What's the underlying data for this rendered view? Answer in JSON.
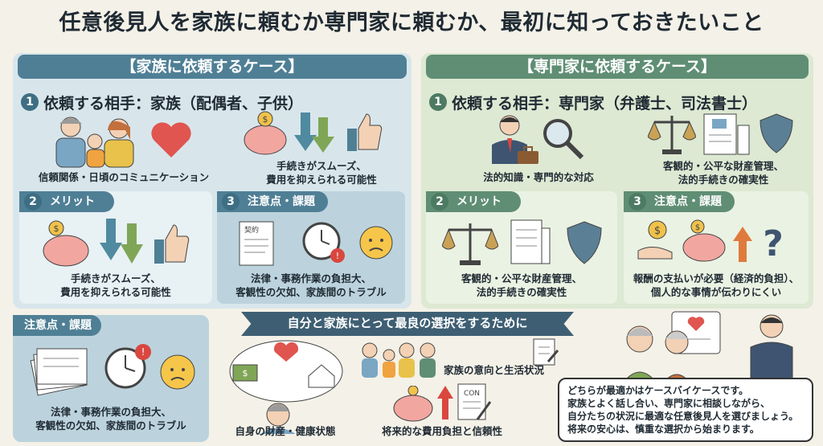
{
  "title": "任意後見人を家族に頼むか専門家に頼むか、最初に知っておきたいこと",
  "family": {
    "banner": "【家族に依頼するケース】",
    "num1": "1",
    "head1": "依頼する相手：家族（配偶者、子供）",
    "cap1": "信頼関係・日頃のコミュニケーション",
    "cap2_l1": "手続きがスムーズ、",
    "cap2_l2": "費用を抑えられる可能性",
    "num2": "2",
    "merit_label": "メリット",
    "merit_l1": "手続きがスムーズ、",
    "merit_l2": "費用を抑えられる可能性",
    "num3": "3",
    "caution_label": "注意点・課題",
    "caution_l1": "法律・事務作業の負担大、",
    "caution_l2": "客観性の欠如、家族間のトラブル"
  },
  "pro": {
    "banner": "【専門家に依頼するケース】",
    "num1": "1",
    "head1": "依頼する相手：専門家（弁護士、司法書士）",
    "cap1": "法的知識・専門的な対応",
    "cap2_l1": "客観的・公平な財産管理、",
    "cap2_l2": "法的手続きの確実性",
    "num2": "2",
    "merit_label": "メリット",
    "merit_l1": "客観的・公平な財産管理、",
    "merit_l2": "法的手続きの確実性",
    "num3": "3",
    "caution_label": "注意点・課題",
    "caution_l1": "報酬の支払いが必要（経済的負担）、",
    "caution_l2": "個人的な事情が伝わりにくい"
  },
  "bottom": {
    "caution_label": "注意点・課題",
    "caution_l1": "法律・事務作業の負担大、",
    "caution_l2": "客観性の欠如、家族間のトラブル",
    "ribbon": "自分と家族にとって最良の選択をするために",
    "item_health": "自身の財産・健康状態",
    "item_family": "家族の意向と生活状況",
    "item_cost": "将来的な費用負担と信頼性",
    "doc_label": "CON",
    "contract_label": "契約",
    "note": [
      "どちらが最適かはケースバイケースです。",
      "家族とよく話し合い、専門家に相談しながら、",
      "自分たちの状況に最適な任意後見人を選びましょう。",
      "将来の安心は、慎重な選択から始まります。"
    ]
  },
  "colors": {
    "family_banner": "#4f7f95",
    "pro_banner": "#5f8e74",
    "family_panel": "#d8e6ec",
    "pro_panel": "#dde9d3",
    "heart": "#e0554f",
    "piggy": "#f2a6a0",
    "arrow": "#4f8aa0",
    "shield": "#5b7f95"
  }
}
